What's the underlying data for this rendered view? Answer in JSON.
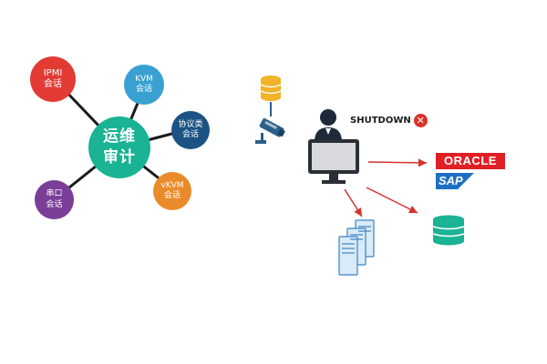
{
  "hub": {
    "line1": "运维",
    "line2": "审计"
  },
  "sessions": [
    {
      "line1": "IPMI",
      "line2": "会话",
      "color": "#e23b34"
    },
    {
      "line1": "KVM",
      "line2": "会话",
      "color": "#3aa0d2"
    },
    {
      "line1": "协议类",
      "line2": "会话",
      "color": "#1c5384"
    },
    {
      "line1": "vKVM",
      "line2": "会话",
      "color": "#ea8b2b"
    },
    {
      "line1": "串口",
      "line2": "会话",
      "color": "#7a3d98"
    }
  ],
  "hub_color": "#1ab394",
  "shutdown": {
    "label": "SHUTDOWN",
    "icon": "close-icon"
  },
  "oracle": {
    "label": "ORACLE"
  },
  "sap": {
    "label": "SAP"
  },
  "icons": [
    "database-icon",
    "camera-icon",
    "operator-icon",
    "monitor-icon",
    "server-stack-icon",
    "database-icon"
  ],
  "accent_red": "#d8322b",
  "teal": "#1ab394"
}
